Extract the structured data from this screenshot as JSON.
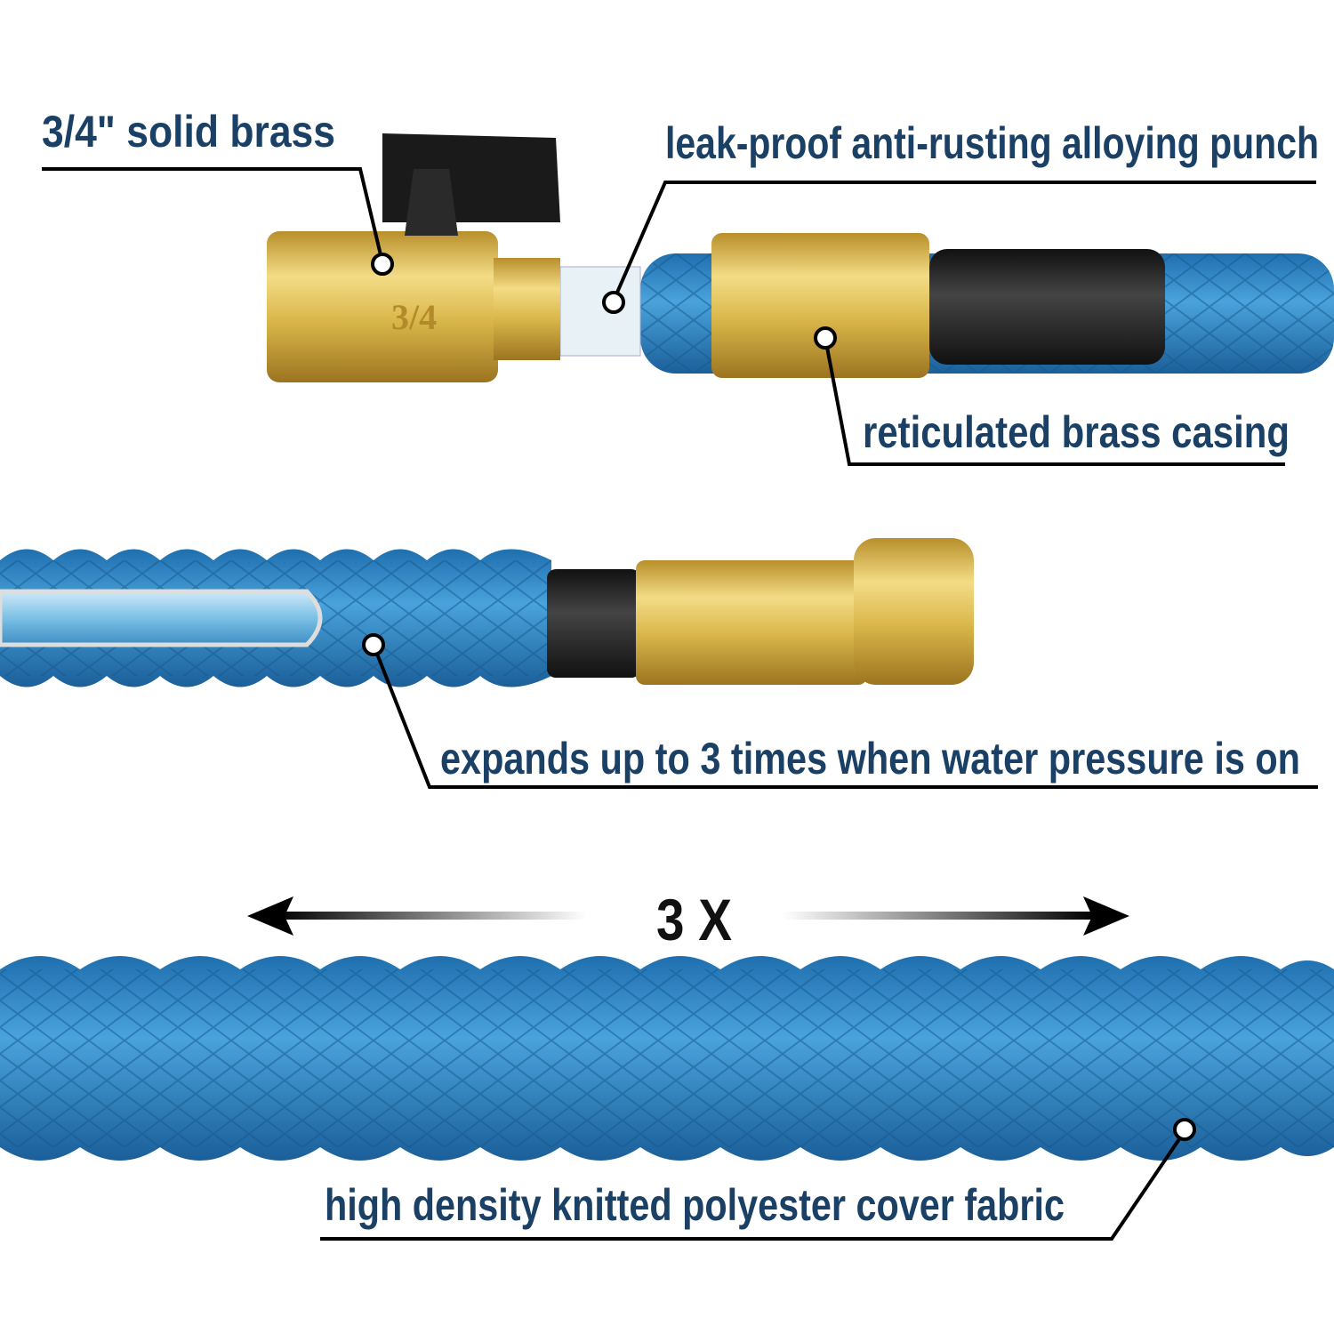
{
  "labels": {
    "solid_brass": "3/4\" solid brass",
    "leak_proof": "leak-proof anti-rusting alloying punch",
    "brass_casing": "reticulated brass casing",
    "expands": "expands up to 3 times when water pressure is on",
    "fabric": "high density knitted polyester cover fabric"
  },
  "valve_marking": "3/4",
  "expansion": "3 X",
  "colors": {
    "text": "#1a4066",
    "hose": "#2a7fbf",
    "brass": "#d9b64a",
    "black": "#1e1e1e"
  }
}
